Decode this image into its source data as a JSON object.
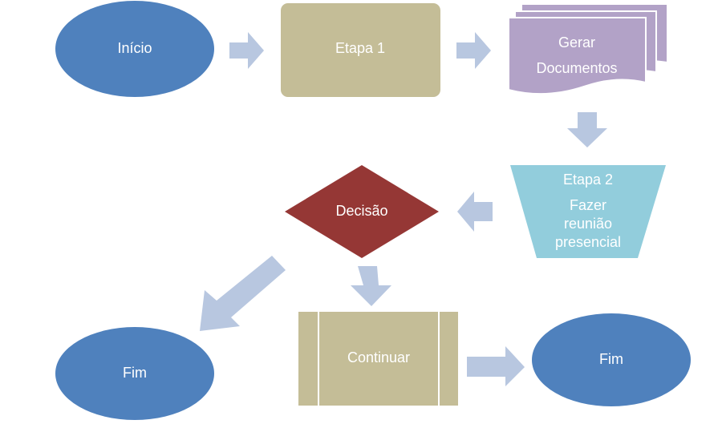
{
  "diagram": {
    "nodes": {
      "start": {
        "label": "Início",
        "shape": "ellipse",
        "color": "#4F81BD"
      },
      "step1": {
        "label": "Etapa 1",
        "shape": "rounded-rect",
        "color": "#C4BD97"
      },
      "documents": {
        "label_line1": "Gerar",
        "label_line2": "Documentos",
        "shape": "multi-document",
        "color": "#B2A2C7"
      },
      "step2": {
        "label_title": "Etapa 2",
        "label_line1": "Fazer",
        "label_line2": "reunião",
        "label_line3": "presencial",
        "shape": "trapezoid",
        "color": "#92CDDC"
      },
      "decision": {
        "label": "Decisão",
        "shape": "diamond",
        "color": "#953735"
      },
      "continue": {
        "label": "Continuar",
        "shape": "predefined-process",
        "color": "#C4BD97"
      },
      "end_left": {
        "label": "Fim",
        "shape": "ellipse",
        "color": "#4F81BD"
      },
      "end_right": {
        "label": "Fim",
        "shape": "ellipse",
        "color": "#4F81BD"
      }
    },
    "arrow_color": "#B8C7E0",
    "edges": [
      {
        "from": "start",
        "to": "step1"
      },
      {
        "from": "step1",
        "to": "documents"
      },
      {
        "from": "documents",
        "to": "step2"
      },
      {
        "from": "step2",
        "to": "decision"
      },
      {
        "from": "decision",
        "to": "continue"
      },
      {
        "from": "decision",
        "to": "end_left"
      },
      {
        "from": "continue",
        "to": "end_right"
      }
    ]
  }
}
